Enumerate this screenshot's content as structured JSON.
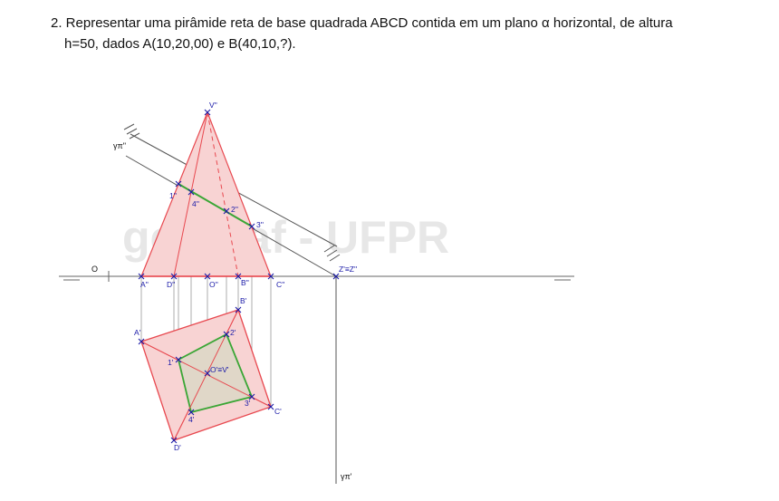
{
  "problem": {
    "line1": "2. Representar uma pirâmide reta de base quadrada ABCD contida em um plano α horizontal, de altura",
    "line2": "h=50, dados A(10,20,00) e B(40,10,?)."
  },
  "watermark": "geegraf - UFPR",
  "labels": {
    "origin": "O",
    "gamma_v": "γπ''",
    "gamma_h": "γπ'",
    "V2": "V''",
    "A2": "A''",
    "D2": "D''",
    "O2": "O''",
    "B2": "B''",
    "C2": "C''",
    "Z": "Z'≡Z''",
    "s1_2": "1''",
    "s4_2": "4''",
    "s2_2": "2''",
    "s3_2": "3''",
    "A1": "A'",
    "B1": "B'",
    "C1": "C'",
    "D1": "D'",
    "OV1": "O'≡V'",
    "s1_1": "1'",
    "s2_1": "2'",
    "s3_1": "3'",
    "s4_1": "4'"
  },
  "colors": {
    "fill_red": "#f8d3d3",
    "edge_red": "#e8484f",
    "section_green": "#3aa635",
    "section_fill": "#d8d8c4",
    "point_blue": "#1a1aa8",
    "construction_gray": "#9a9a9a"
  }
}
